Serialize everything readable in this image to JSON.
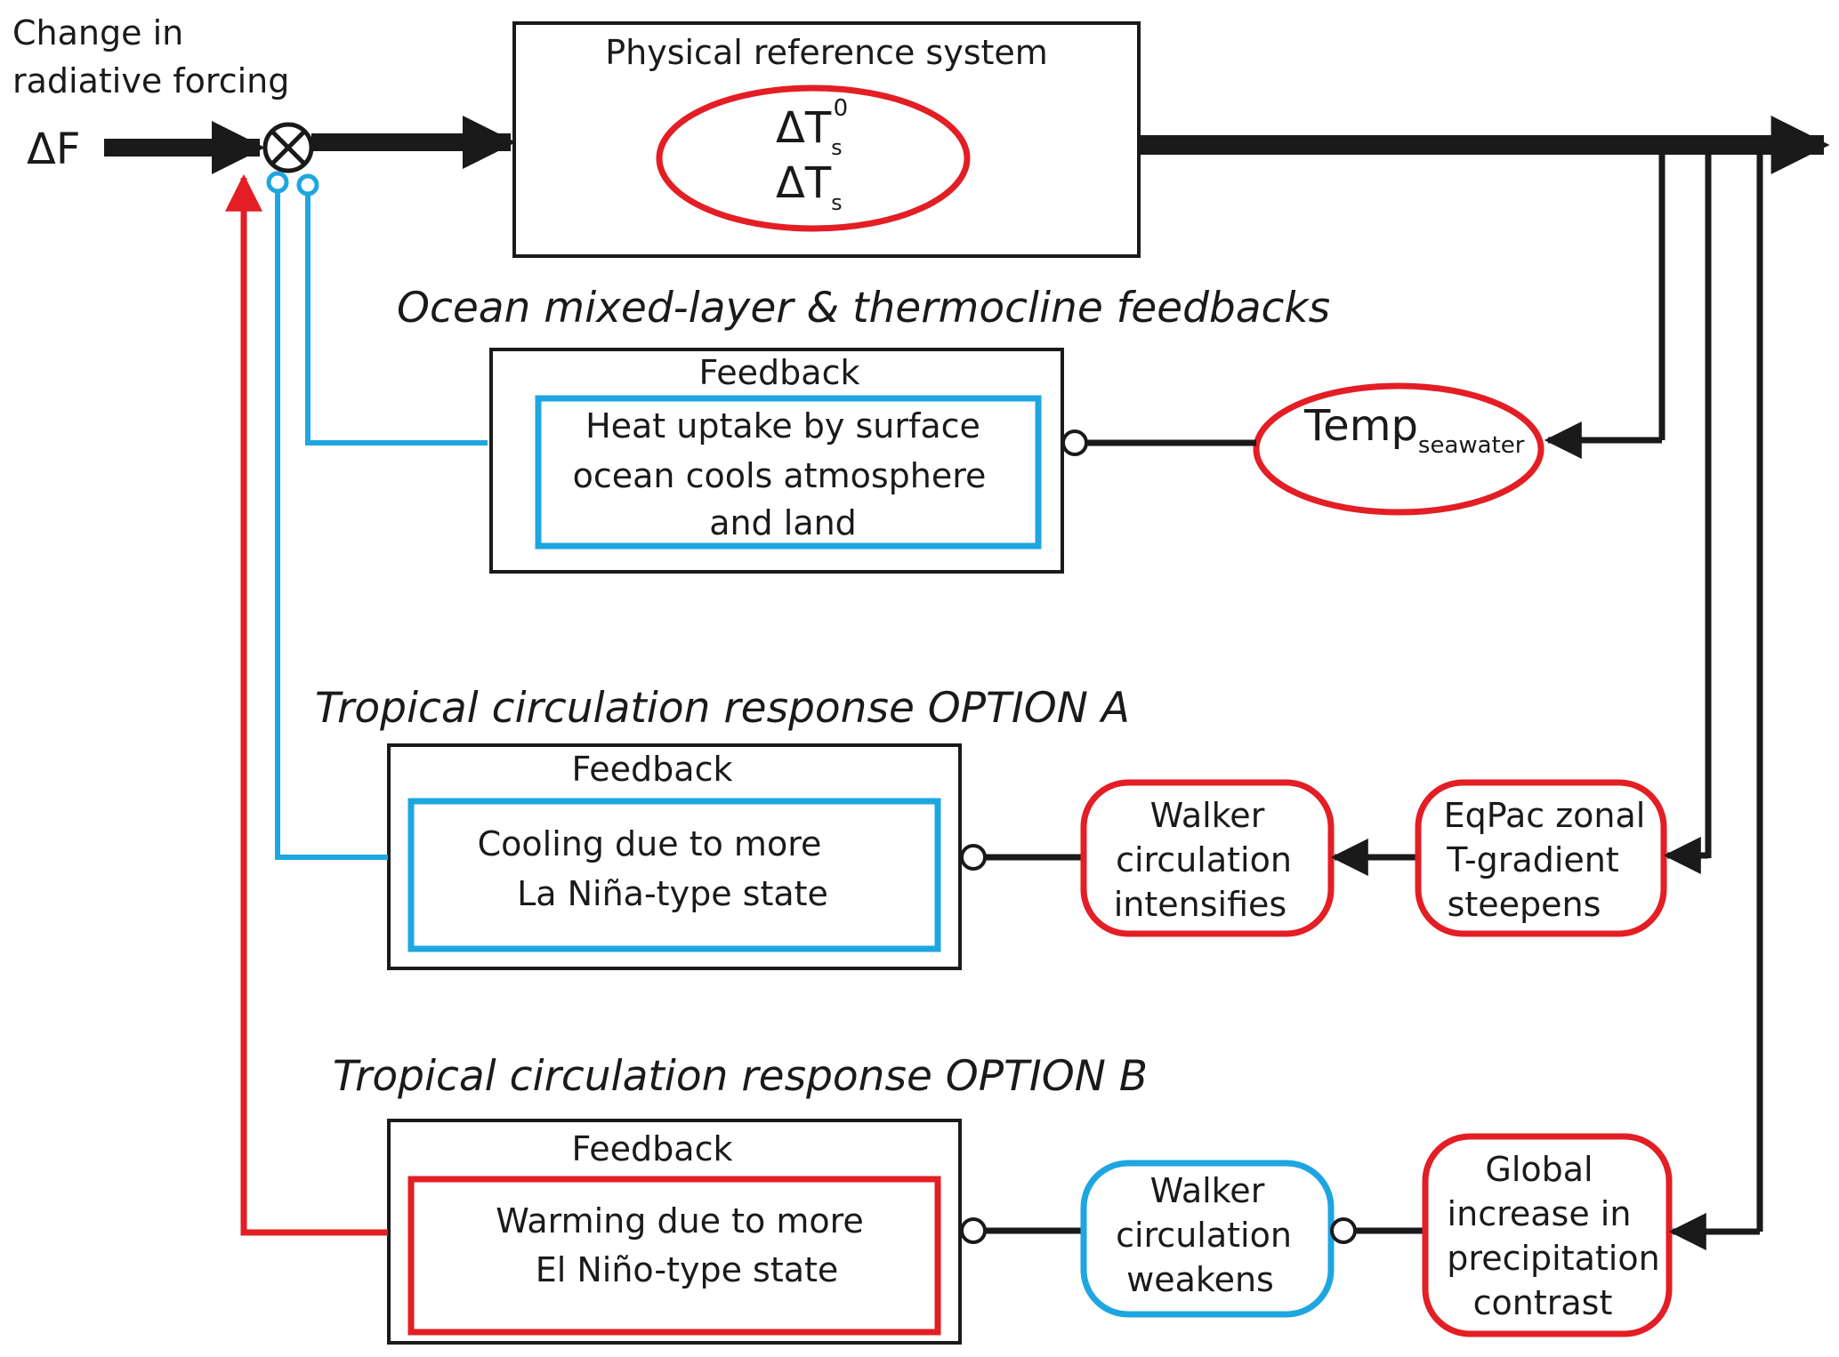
{
  "input": {
    "label_line1": "Change in",
    "label_line2": "radiative forcing",
    "symbol": "ΔF"
  },
  "reference_system": {
    "title": "Physical reference system",
    "delta_t": "ΔT",
    "sub": "s",
    "sup": "0"
  },
  "section_ocean": {
    "heading": "Ocean mixed-layer & thermocline feedbacks",
    "feedback_title": "Feedback",
    "feedback_line1": "Heat uptake by surface",
    "feedback_line2": "ocean cools atmosphere",
    "feedback_line3": "and land",
    "temp_main": "Temp",
    "temp_sub": "seawater"
  },
  "section_a": {
    "heading": "Tropical circulation response OPTION A",
    "feedback_title": "Feedback",
    "feedback_line1": "Cooling due to more",
    "feedback_line2": "La Niña-type state",
    "walker_line1": "Walker",
    "walker_line2": "circulation",
    "walker_line3": "intensifies",
    "eqpac_line1": "EqPac zonal",
    "eqpac_line2": "T-gradient",
    "eqpac_line3": "steepens"
  },
  "section_b": {
    "heading": "Tropical circulation response OPTION B",
    "feedback_title": "Feedback",
    "feedback_line1": "Warming due to more",
    "feedback_line2": "El Niño-type state",
    "walker_line1": "Walker",
    "walker_line2": "circulation",
    "walker_line3": "weakens",
    "global_line1": "Global",
    "global_line2": "increase in",
    "global_line3": "precipitation",
    "global_line4": "contrast"
  },
  "colors": {
    "warm": "#e31e24",
    "cool": "#1ea6e0",
    "line": "#1a1a1a"
  }
}
